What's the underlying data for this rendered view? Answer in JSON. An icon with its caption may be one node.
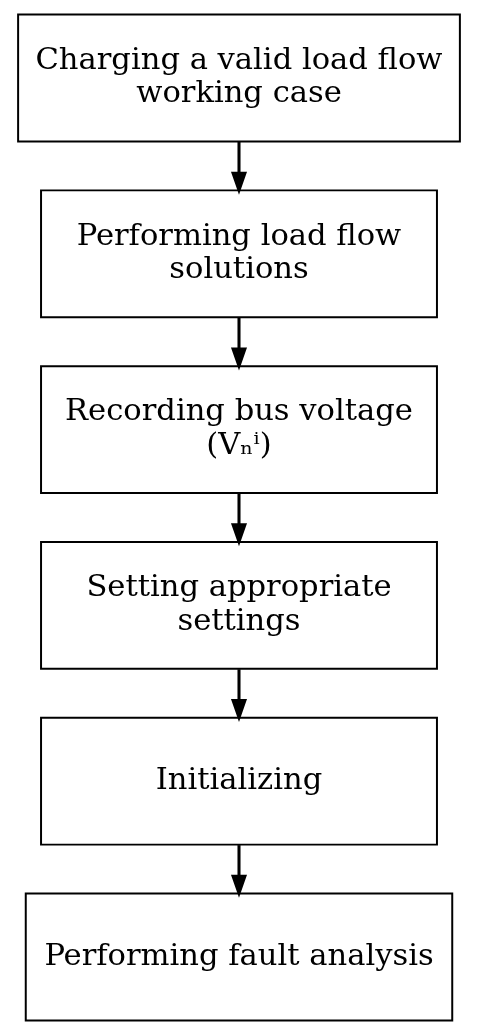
{
  "diagram": {
    "nodes": [
      {
        "text": [
          "Charging a valid load flow working case"
        ]
      },
      {
        "text": [
          "Performing load flow solutions"
        ]
      },
      {
        "text": [
          "Recording bus voltage (Vₙⁱ)"
        ]
      },
      {
        "text": [
          "Setting appropriate settings"
        ]
      },
      {
        "text": [
          "Initializing"
        ]
      },
      {
        "text": [
          "Performing fault analysis"
        ]
      }
    ],
    "edges": [
      {
        "from": 0,
        "to": 1,
        "arrow": "to"
      },
      {
        "from": 1,
        "to": 2,
        "arrow": "to"
      },
      {
        "from": 2,
        "to": 3,
        "arrow": "to"
      },
      {
        "from": 3,
        "to": 4,
        "arrow": "to"
      },
      {
        "from": 4,
        "to": 5,
        "arrow": "to"
      }
    ]
  }
}
